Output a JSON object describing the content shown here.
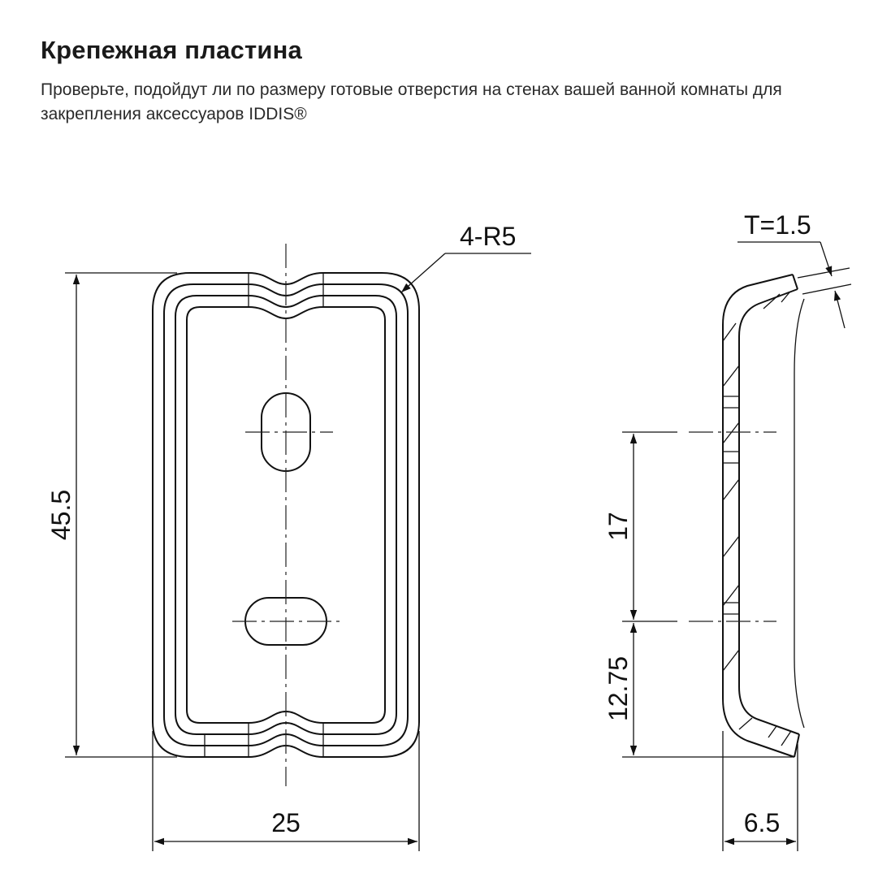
{
  "header": {
    "title": "Крепежная пластина",
    "description": "Проверьте, подойдут ли по размеру готовые отверстия на стенах вашей ванной комнаты для закрепления аксессуаров IDDIS®"
  },
  "front_view": {
    "height_label": "45.5",
    "width_label": "25",
    "radius_label": "4-R5"
  },
  "side_view": {
    "thickness_label": "T=1.5",
    "hole_spacing_label": "17",
    "bottom_offset_label": "12.75",
    "depth_label": "6.5"
  }
}
